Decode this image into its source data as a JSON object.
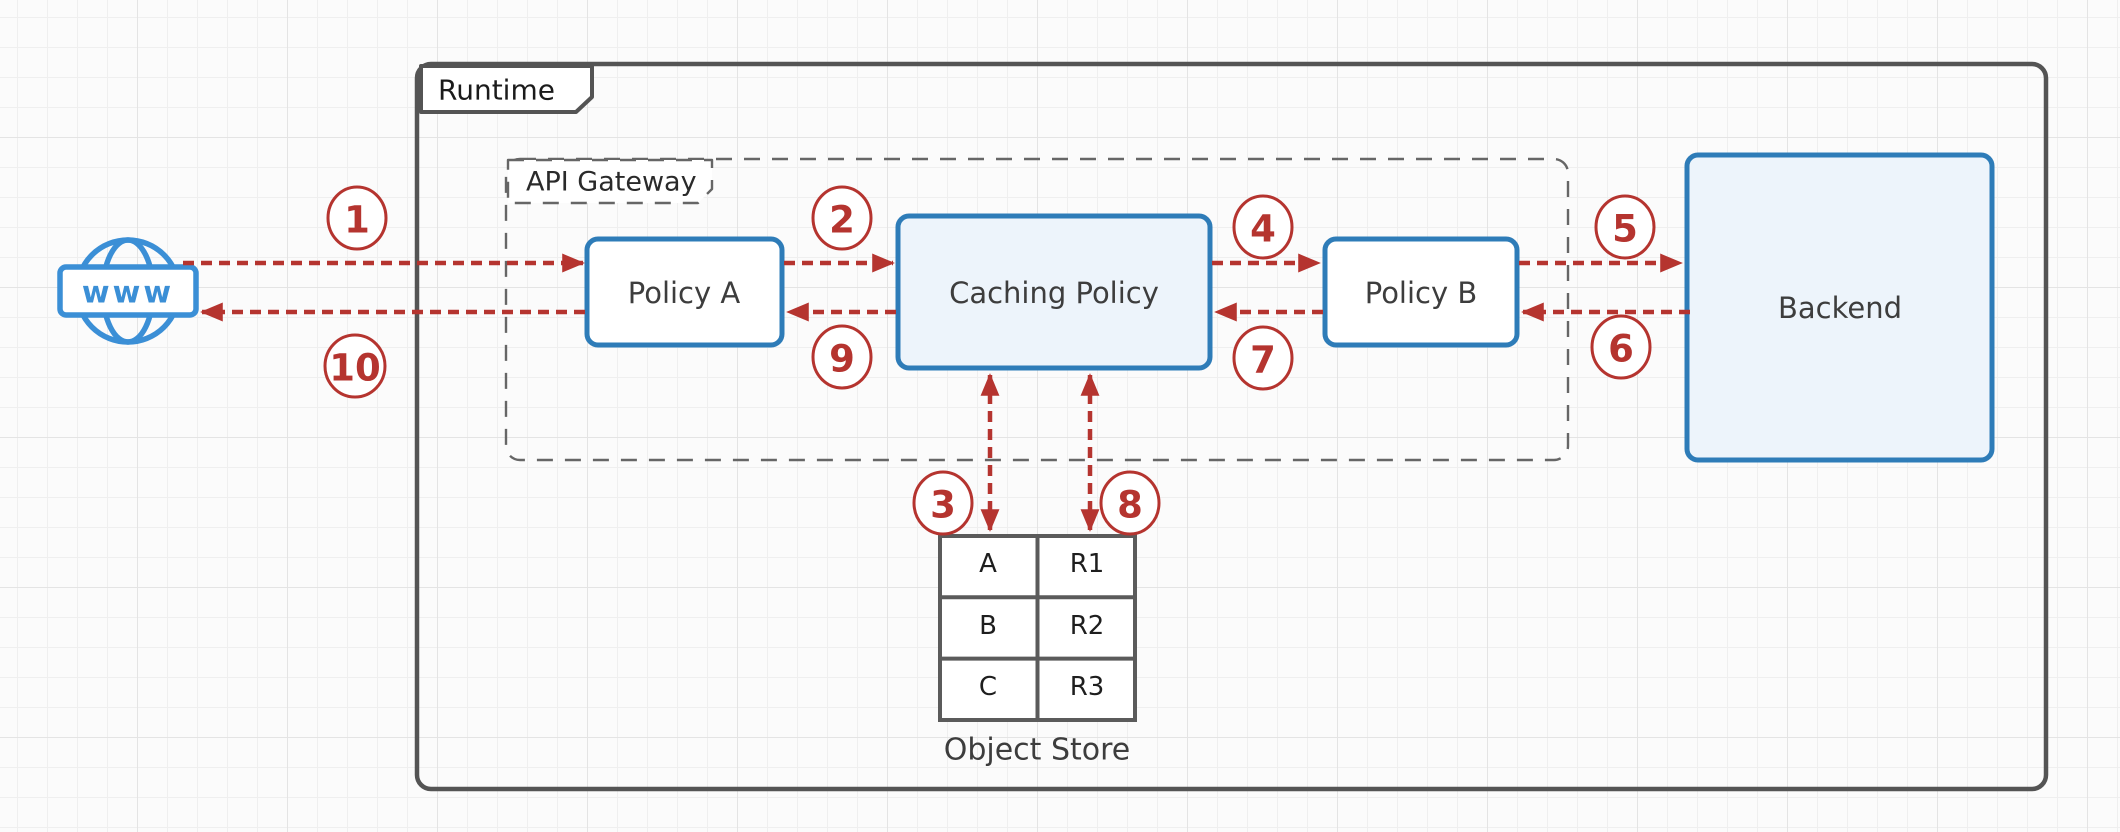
{
  "diagram": {
    "frames": {
      "runtime": {
        "label": "Runtime"
      },
      "api_gateway": {
        "label": "API Gateway"
      }
    },
    "nodes": {
      "www": {
        "label": "www"
      },
      "policy_a": {
        "label": "Policy A"
      },
      "caching_policy": {
        "label": "Caching Policy"
      },
      "policy_b": {
        "label": "Policy B"
      },
      "backend": {
        "label": "Backend"
      },
      "object_store": {
        "label": "Object Store",
        "rows": [
          [
            "A",
            "R1"
          ],
          [
            "B",
            "R2"
          ],
          [
            "C",
            "R3"
          ]
        ]
      }
    },
    "steps": [
      "1",
      "2",
      "3",
      "4",
      "5",
      "6",
      "7",
      "8",
      "9",
      "10"
    ],
    "edges": [
      {
        "step": "1",
        "from": "www",
        "to": "policy_a"
      },
      {
        "step": "2",
        "from": "policy_a",
        "to": "caching_policy"
      },
      {
        "step": "3",
        "from": "caching_policy",
        "to": "object_store",
        "bidirectional": true
      },
      {
        "step": "4",
        "from": "caching_policy",
        "to": "policy_b"
      },
      {
        "step": "5",
        "from": "policy_b",
        "to": "backend"
      },
      {
        "step": "6",
        "from": "backend",
        "to": "policy_b"
      },
      {
        "step": "7",
        "from": "policy_b",
        "to": "caching_policy"
      },
      {
        "step": "8",
        "from": "caching_policy",
        "to": "object_store",
        "bidirectional": true
      },
      {
        "step": "9",
        "from": "caching_policy",
        "to": "policy_a"
      },
      {
        "step": "10",
        "from": "policy_a",
        "to": "www"
      }
    ],
    "colors": {
      "accent_blue": "#2E7CB8",
      "node_fill_blue": "#EDF4FB",
      "globe_blue": "#3B8FD6",
      "accent_red": "#B5342F",
      "frame_gray": "#545454",
      "dashed_gray": "#666666",
      "table_gray": "#5B5B5B",
      "text_dark": "#3D3D3D",
      "canvas_bg": "#FBFBFB",
      "grid_minor": "#EFEFEF",
      "grid_major": "#E4E4E4"
    }
  }
}
